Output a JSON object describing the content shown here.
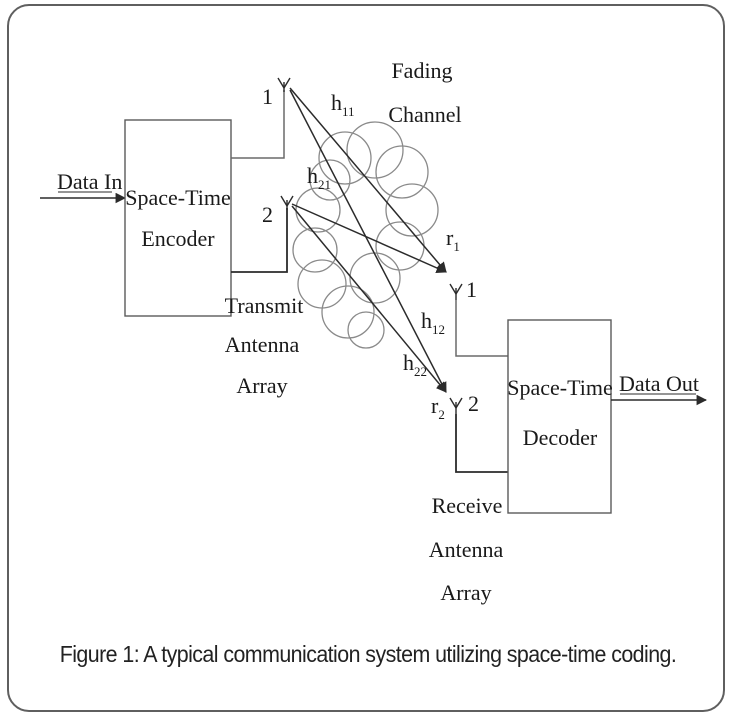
{
  "encoder": {
    "line1": "Space-Time",
    "line2": "Encoder"
  },
  "decoder": {
    "line1": "Space-Time",
    "line2": "Decoder"
  },
  "data_in": "Data In",
  "data_out": "Data Out",
  "channel": {
    "line1": "Fading",
    "line2": "Channel"
  },
  "transmit_label": {
    "line1": "Transmit",
    "line2": "Antenna",
    "line3": "Array"
  },
  "receive_label": {
    "line1": "Receive",
    "line2": "Antenna",
    "line3": "Array"
  },
  "tx_antennas": [
    "1",
    "2"
  ],
  "rx_antennas": [
    "1",
    "2"
  ],
  "gains": {
    "h11": {
      "base": "h",
      "sub": "11"
    },
    "h21": {
      "base": "h",
      "sub": "21"
    },
    "h12": {
      "base": "h",
      "sub": "12"
    },
    "h22": {
      "base": "h",
      "sub": "22"
    }
  },
  "received": {
    "r1": {
      "base": "r",
      "sub": "1"
    },
    "r2": {
      "base": "r",
      "sub": "2"
    }
  },
  "caption": {
    "prefix": "Figure 1:",
    "text": " A typical communication system utilizing space-time coding."
  },
  "colors": {
    "line": "#2b2b2b",
    "box": "#5a5a5a",
    "cloud": "#8a8a8a",
    "frame": "#5f5f5f"
  }
}
